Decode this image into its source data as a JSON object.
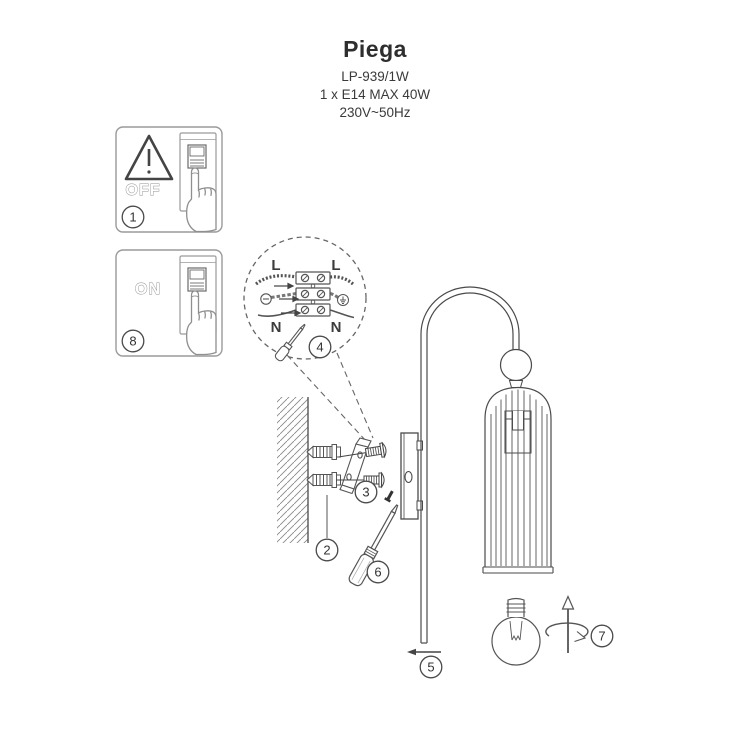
{
  "header": {
    "title": "Piega",
    "model": "LP-939/1W",
    "lamp_spec": "1 x E14 MAX 40W",
    "power_spec": "230V~50Hz"
  },
  "switch_labels": {
    "off": "OFF",
    "on": "ON"
  },
  "wiring_labels": {
    "live_left": "L",
    "live_right": "L",
    "neutral_left": "N",
    "neutral_right": "N"
  },
  "steps": {
    "power_off": "1",
    "wall_plugs": "2",
    "bracket_screws": "3",
    "wiring": "4",
    "slide_cover": "5",
    "fix_screw": "6",
    "insert_bulb": "7",
    "power_on": "8"
  },
  "icons": {
    "warning": "warning-triangle",
    "hand": "pointing-hand",
    "screwdriver": "screwdriver",
    "bulb": "e14-bulb",
    "rotate": "rotate-arrow"
  },
  "colors": {
    "line": "#4a4a4a",
    "soft_line": "#8f8f8f",
    "text": "#333333"
  }
}
